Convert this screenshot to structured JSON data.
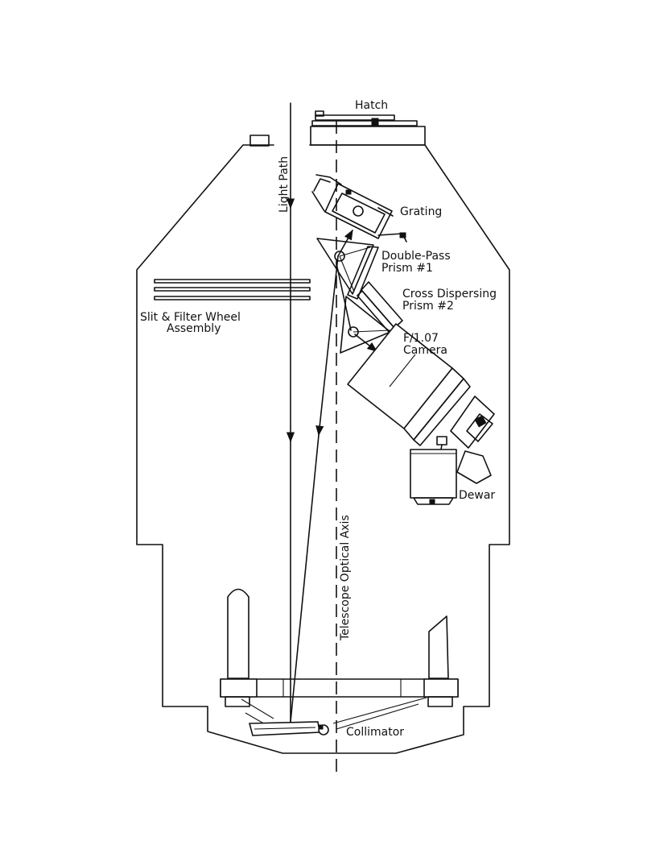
{
  "labels": {
    "hatch": "Hatch",
    "grating": "Grating",
    "double_pass_line1": "Double-Pass",
    "double_pass_line2": "Prism #1",
    "cross_dispersing_line1": "Cross Dispersing",
    "cross_dispersing_line2": "Prism #2",
    "camera_line1": "F/1.07",
    "camera_line2": "Camera",
    "dewar": "Dewar",
    "slit_filter_line1": "Slit & Filter Wheel",
    "slit_filter_line2": "Assembly",
    "collimator": "Collimator",
    "light_path": "Light Path",
    "telescope_axis": "Telescope Optical Axis"
  }
}
